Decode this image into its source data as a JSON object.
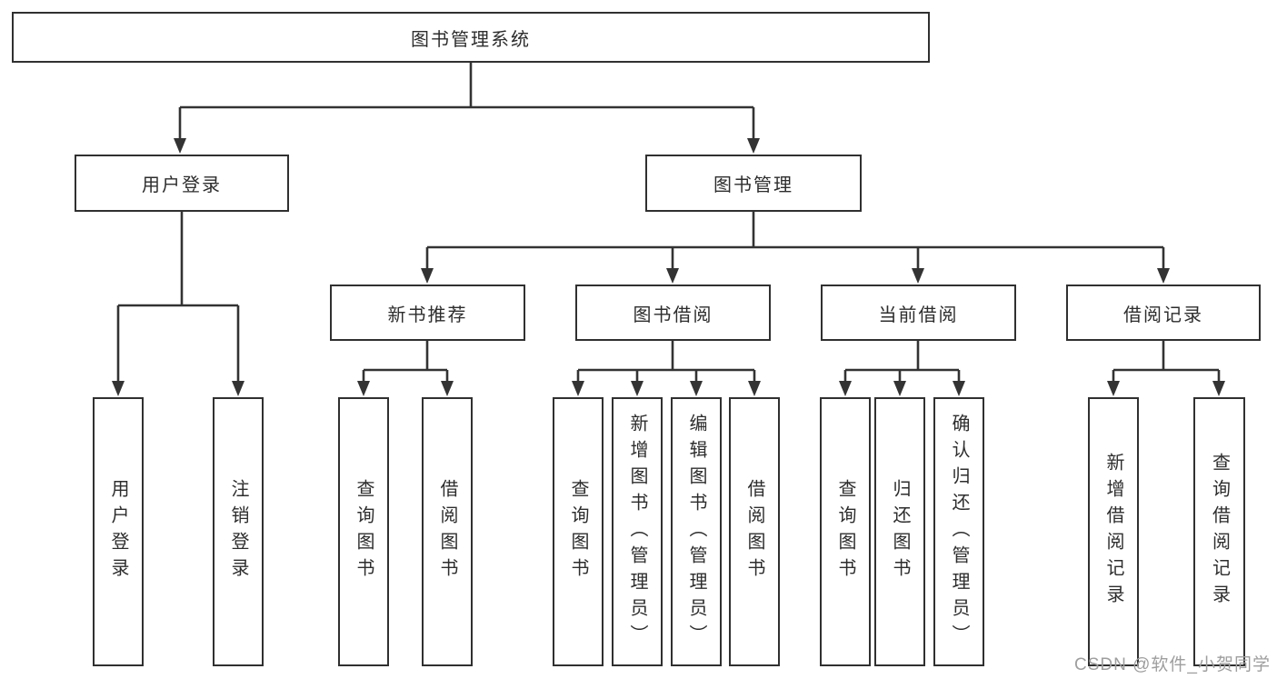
{
  "colors": {
    "line": "#333333",
    "box_border": "#303030",
    "text": "#2d2d2d",
    "background": "#ffffff",
    "watermark": "#9e9e9e"
  },
  "watermark": "CSDN @软件_小贺同学",
  "tree": {
    "root": {
      "label": "图书管理系统"
    },
    "children": [
      {
        "label": "用户登录",
        "children": [
          {
            "label": "用户登录"
          },
          {
            "label": "注销登录"
          }
        ]
      },
      {
        "label": "图书管理",
        "children": [
          {
            "label": "新书推荐",
            "children": [
              {
                "label": "查询图书"
              },
              {
                "label": "借阅图书"
              }
            ]
          },
          {
            "label": "图书借阅",
            "children": [
              {
                "label": "查询图书"
              },
              {
                "label": "新增图书（管理员）"
              },
              {
                "label": "编辑图书（管理员）"
              },
              {
                "label": "借阅图书"
              }
            ]
          },
          {
            "label": "当前借阅",
            "children": [
              {
                "label": "查询图书"
              },
              {
                "label": "归还图书"
              },
              {
                "label": "确认归还（管理员）"
              }
            ]
          },
          {
            "label": "借阅记录",
            "children": [
              {
                "label": "新增借阅记录"
              },
              {
                "label": "查询借阅记录"
              }
            ]
          }
        ]
      }
    ]
  }
}
